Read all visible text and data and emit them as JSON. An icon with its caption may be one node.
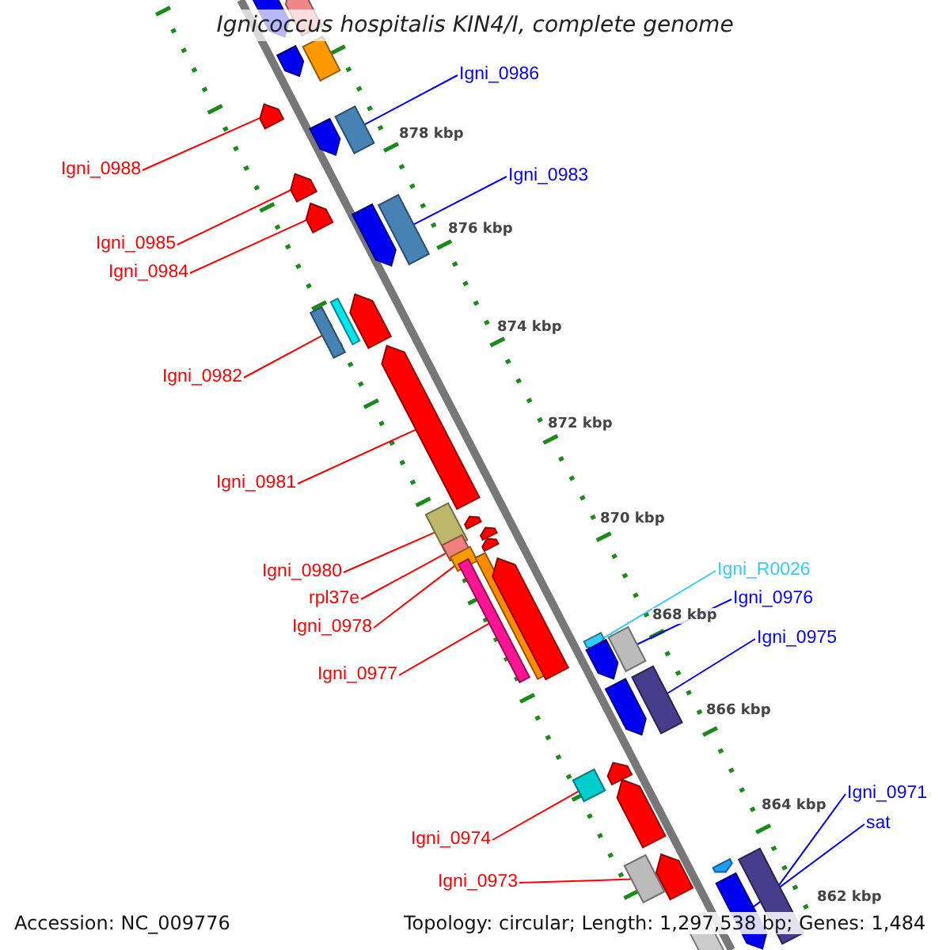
{
  "diagram": {
    "title": "Ignicoccus hospitalis KIN4/I, complete genome",
    "nodes": [
      {
        "text": [
          "Igni_0986"
        ]
      },
      {
        "text": [
          "Igni_0988"
        ]
      },
      {
        "text": [
          "Igni_0983"
        ]
      },
      {
        "text": [
          "Igni_0985"
        ]
      },
      {
        "text": [
          "Igni_0984"
        ]
      },
      {
        "text": [
          "Igni_0982"
        ]
      },
      {
        "text": [
          "Igni_0981"
        ]
      },
      {
        "text": [
          "Igni_R0026"
        ]
      },
      {
        "text": [
          "Igni_0980"
        ]
      },
      {
        "text": [
          "Igni_0976"
        ]
      },
      {
        "text": [
          "rpl37e"
        ]
      },
      {
        "text": [
          "Igni_0978"
        ]
      },
      {
        "text": [
          "Igni_0975"
        ]
      },
      {
        "text": [
          "Igni_0977"
        ]
      },
      {
        "text": [
          "Igni_0971"
        ]
      },
      {
        "text": [
          "sat"
        ]
      },
      {
        "text": [
          "Igni_0974"
        ]
      },
      {
        "text": [
          "Igni_0973"
        ]
      },
      {
        "text": [],
        "shape": "box"
      },
      {
        "text": [],
        "shape": "pentagon"
      },
      {
        "text": [],
        "shape": "box"
      },
      {
        "text": [],
        "shape": "pentagon"
      },
      {
        "text": [],
        "shape": "pentagon"
      },
      {
        "text": [],
        "shape": "box"
      },
      {
        "text": [],
        "shape": "pentagon"
      },
      {
        "text": [],
        "shape": "pentagon"
      },
      {
        "text": [],
        "shape": "box"
      },
      {
        "text": [],
        "shape": "box"
      },
      {
        "text": [],
        "shape": "box"
      },
      {
        "text": [],
        "shape": "box"
      },
      {
        "text": [],
        "shape": "box"
      },
      {
        "text": [],
        "shape": "box"
      },
      {
        "text": [],
        "shape": "box"
      },
      {
        "text": [],
        "shape": "pentagon"
      },
      {
        "text": [],
        "shape": "box"
      },
      {
        "text": [],
        "shape": "box"
      },
      {
        "text": [],
        "shape": "pentagon"
      },
      {
        "text": [],
        "shape": "pentagon"
      },
      {
        "text": [],
        "shape": "pentagon"
      },
      {
        "text": [],
        "shape": "box"
      },
      {
        "text": [],
        "shape": "pentagon"
      },
      {
        "text": [],
        "shape": "pentagon"
      },
      {
        "text": [],
        "shape": "pentagon"
      },
      {
        "text": [],
        "shape": "pentagon"
      },
      {
        "text": [],
        "shape": "pentagon"
      },
      {
        "text": [],
        "shape": "pentagon"
      },
      {
        "text": [],
        "shape": "box"
      },
      {
        "text": [],
        "shape": "pentagon"
      },
      {
        "text": [],
        "shape": "pentagon"
      },
      {
        "text": [],
        "shape": "pentagon"
      },
      {
        "text": [],
        "shape": "box"
      },
      {
        "text": [],
        "shape": "pentagon"
      },
      {
        "text": [],
        "shape": "pentagon"
      },
      {
        "text": [],
        "shape": "pentagon"
      },
      {
        "text": [],
        "shape": "pentagon"
      },
      {
        "text": [],
        "shape": "box"
      }
    ],
    "edges": [
      {
        "from": 0,
        "to": 18,
        "arrow": "none",
        "color": "#0000ff"
      },
      {
        "from": 1,
        "to": 19,
        "arrow": "none"
      },
      {
        "from": 2,
        "to": 20,
        "arrow": "none",
        "color": "#0000ff"
      },
      {
        "from": 3,
        "to": 21,
        "arrow": "none"
      },
      {
        "from": 4,
        "to": 22,
        "arrow": "none"
      },
      {
        "from": 5,
        "to": 23,
        "arrow": "none"
      },
      {
        "from": 6,
        "to": 24,
        "arrow": "none"
      },
      {
        "from": 7,
        "to": 25,
        "arrow": "none",
        "color": "#33ccff"
      },
      {
        "from": 8,
        "to": 26,
        "arrow": "none"
      },
      {
        "from": 9,
        "to": 27,
        "arrow": "none",
        "color": "#0000ff"
      },
      {
        "from": 10,
        "to": 28,
        "arrow": "none"
      },
      {
        "from": 11,
        "to": 29,
        "arrow": "none"
      },
      {
        "from": 12,
        "to": 30,
        "arrow": "none",
        "color": "#0000ff"
      },
      {
        "from": 13,
        "to": 31,
        "arrow": "none"
      },
      {
        "from": 14,
        "to": 32,
        "arrow": "none",
        "color": "#0000ff"
      },
      {
        "from": 15,
        "to": 33,
        "arrow": "none",
        "color": "#0000ff"
      },
      {
        "from": 16,
        "to": 34,
        "arrow": "none"
      },
      {
        "from": 17,
        "to": 35,
        "arrow": "none"
      }
    ],
    "labels": [
      "878 kbp",
      "876 kbp",
      "874 kbp",
      "872 kbp",
      "870 kbp",
      "868 kbp",
      "866 kbp",
      "864 kbp",
      "862 kbp",
      "Accession: NC_009776",
      "Topology: circular; Length: 1,297,538 bp; Genes: 1,484"
    ]
  }
}
